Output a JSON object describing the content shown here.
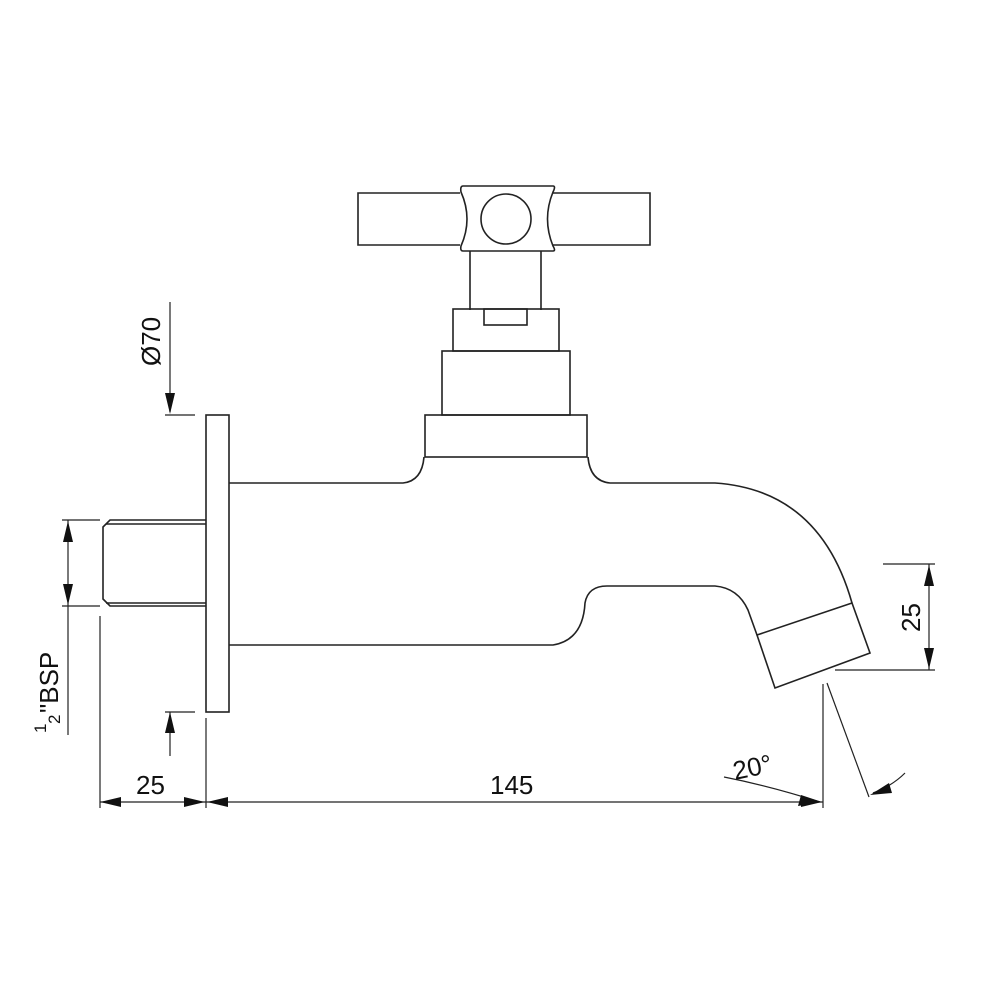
{
  "drawing": {
    "subject": "Wall-mounted bib tap with cross-head handle, side elevation",
    "line_color": "#222222",
    "background": "#ffffff"
  },
  "dimensions": {
    "flange_diameter": "Ø70",
    "thread": {
      "fraction_num": "1",
      "fraction_den": "2",
      "suffix": "\"BSP"
    },
    "thread_length": "25",
    "projection": "145",
    "outlet_height": "25",
    "outlet_angle": "20°"
  }
}
